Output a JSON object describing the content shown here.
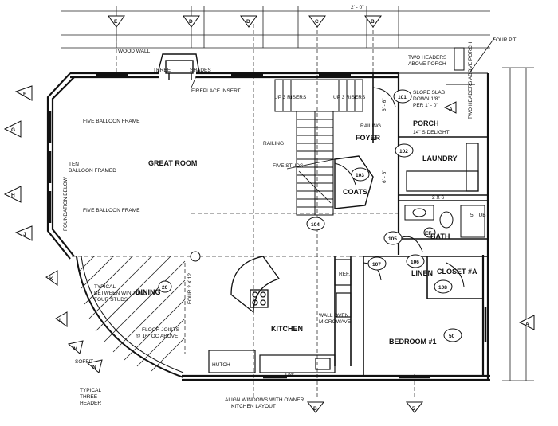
{
  "plan": {
    "top_dimension": "2' - 0\""
  },
  "rooms": {
    "great_room": "GREAT ROOM",
    "dining": "DINING",
    "kitchen": "KITCHEN",
    "foyer": "FOYER",
    "coats": "COATS",
    "laundry": "LAUNDRY",
    "porch": "PORCH",
    "bath": "BATH",
    "linen": "LINEN",
    "closet": "CLOSET #A",
    "bedroom": "BEDROOM #1"
  },
  "labels": {
    "wood_wall": "WOOD WALL",
    "fireplace_three": "THREE",
    "shades": "SHADES",
    "fireplace_insert": "FIREPLACE INSERT",
    "four_pt": "FOUR P.T.",
    "two_headers_a": "TWO HEADERS",
    "above_porch": "ABOVE PORCH",
    "two_headers_b": "TWO HEADERS ABOVE PORCH",
    "slope_1": "SLOPE SLAB",
    "slope_2": "DOWN 1/8\"",
    "slope_3": "PER 1' - 0\"",
    "sidelight": "14\" SIDELIGHT",
    "up_risers": "UP 3 RISERS",
    "railing": "RAILING",
    "five_studs": "FIVE STUDS",
    "dim_6_6": "6' - 6\"",
    "two_by_six": "2 X 6",
    "tub": "5' TUB",
    "five_balloon": "FIVE BALLOON FRAME",
    "ten": "TEN",
    "balloon_framed": "BALLOON FRAMED",
    "foundation_below": "FOUNDATION BELOW",
    "typical_between_1": "TYPICAL",
    "typical_between_2": "BETWEEN WINDOWS",
    "typical_between_3": "FOUR STUDS",
    "floor_joists_1": "FLOOR JOISTS",
    "floor_joists_2": "@ 16\" OC ABOVE",
    "four_x_twelve": "FOUR 2 X 12",
    "soffit": "SOFFIT",
    "typical": "TYPICAL",
    "three": "THREE",
    "header": "HEADER",
    "ref": "REF.",
    "wall_oven": "WALL OVEN",
    "microwave": "MICROWAVE",
    "hutch": "HUTCH",
    "dw": "DW",
    "align_1": "ALIGN WINDOWS WITH OWNER",
    "align_2": "KITCHEN LAYOUT"
  },
  "tags": {
    "t101": "101",
    "t102": "102",
    "t103": "103",
    "t104": "104",
    "t105": "105",
    "t106": "106",
    "t107": "107",
    "t108": "108",
    "t50": "50",
    "t20": "20",
    "ef": "EF"
  },
  "markers": {
    "a": "A",
    "b": "B",
    "c": "C",
    "d": "D",
    "e": "E",
    "f": "F",
    "g": "G",
    "h": "H",
    "j": "J",
    "k": "K",
    "l": "L",
    "m": "M",
    "n": "N",
    "five": "5"
  }
}
